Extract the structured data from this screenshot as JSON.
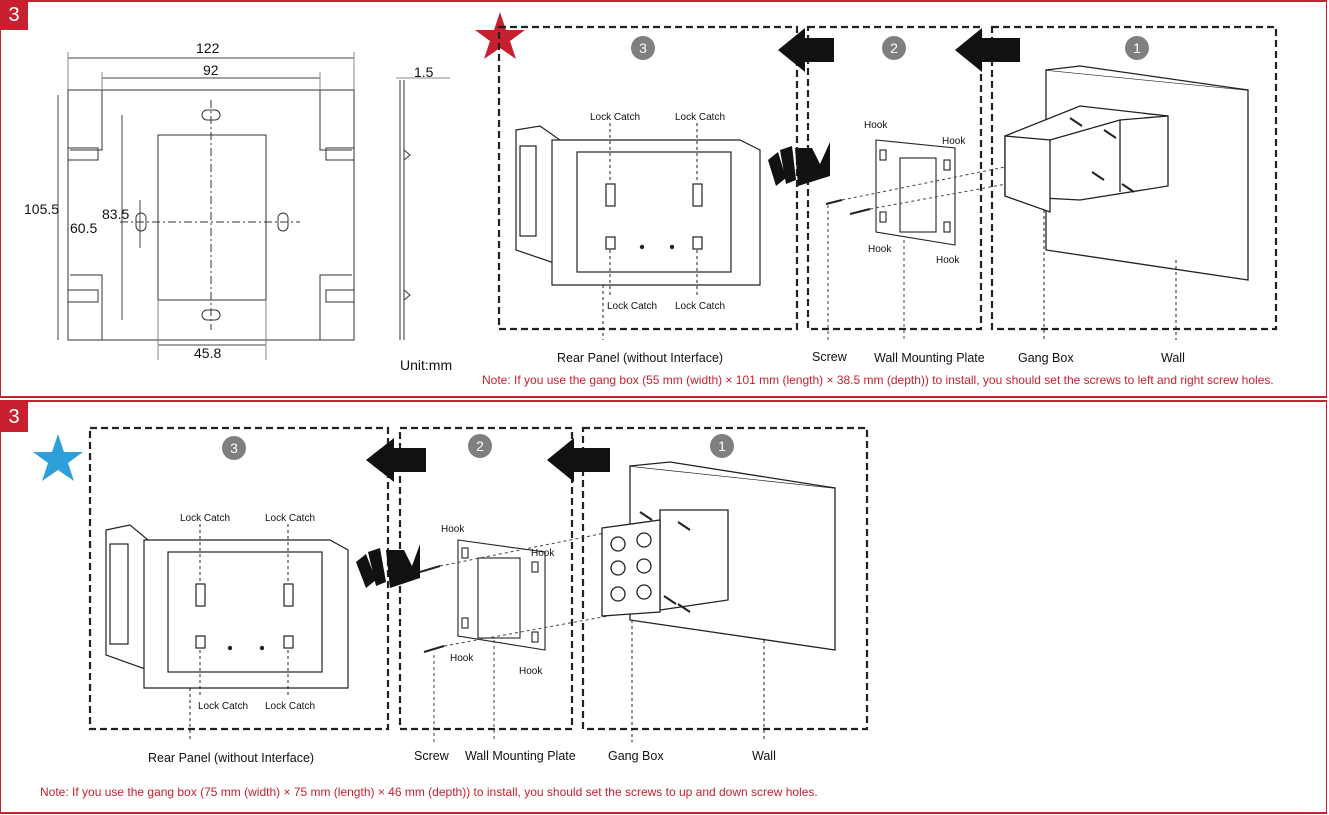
{
  "top": {
    "step_number": "3",
    "dimensions": {
      "width_outer": "122",
      "width_inner": "92",
      "height_outer": "105.5",
      "height_mid": "83.5",
      "height_inner": "60.5",
      "cutout_width": "45.8",
      "thickness": "1.5",
      "unit": "Unit:mm"
    },
    "circle_labels": [
      "3",
      "2",
      "1"
    ],
    "lock_catch": "Lock Catch",
    "hook": "Hook",
    "captions": {
      "rear_panel": "Rear Panel (without Interface)",
      "screw": "Screw",
      "wall_mounting_plate": "Wall Mounting Plate",
      "gang_box": "Gang Box",
      "wall": "Wall"
    },
    "note": "Note:  If you use the gang box (55 mm (width) × 101 mm (length) × 38.5 mm (depth)) to install, you should set the screws to left and right screw holes."
  },
  "bottom": {
    "step_number": "3",
    "circle_labels": [
      "3",
      "2",
      "1"
    ],
    "lock_catch": "Lock Catch",
    "hook": "Hook",
    "captions": {
      "rear_panel": "Rear Panel (without Interface)",
      "screw": "Screw",
      "wall_mounting_plate": "Wall Mounting Plate",
      "gang_box": "Gang Box",
      "wall": "Wall"
    },
    "note": "Note: If you use the gang box (75 mm (width) × 75 mm (length) × 46 mm (depth)) to install,  you should set the screws to up and down screw holes."
  },
  "colors": {
    "accent_red": "#c8202f",
    "star_red": "#c8202f",
    "star_blue": "#2e9fd8",
    "circle_gray": "#7f7f7f"
  },
  "icons": [
    "star-icon",
    "arrow-left-icon",
    "motion-arrow-icon"
  ]
}
